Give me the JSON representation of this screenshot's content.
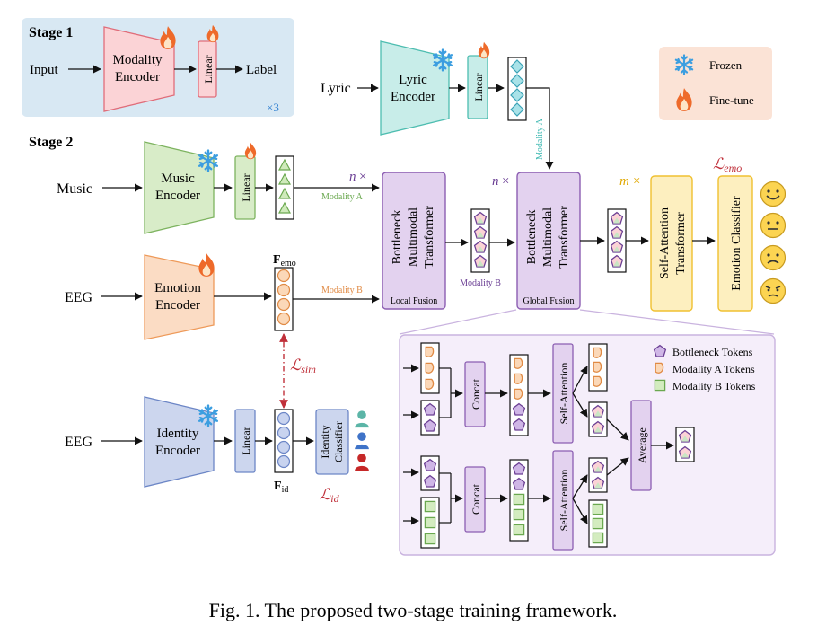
{
  "stage1": {
    "title": "Stage 1",
    "input": "Input",
    "encoder": [
      "Modality",
      "Encoder"
    ],
    "linear": "Linear",
    "label": "Label",
    "repeat": "×3"
  },
  "stage2": {
    "title": "Stage 2"
  },
  "legend": {
    "frozen": "Frozen",
    "finetune": "Fine-tune"
  },
  "inputs": {
    "lyric": "Lyric",
    "music": "Music",
    "eeg1": "EEG",
    "eeg2": "EEG"
  },
  "encoders": {
    "lyric": [
      "Lyric",
      "Encoder"
    ],
    "music": [
      "Music",
      "Encoder"
    ],
    "emotion": [
      "Emotion",
      "Encoder"
    ],
    "identity": [
      "Identity",
      "Encoder"
    ]
  },
  "linear": "Linear",
  "labels": {
    "modality_a": "Modality A",
    "modality_b": "Modality B",
    "f_emo_main": "F",
    "f_emo_sub": "emo",
    "f_id_main": "F",
    "f_id_sub": "id",
    "n_times_1": "n",
    "n_times_2": "n",
    "m_times": "m",
    "times": "×",
    "l_sim_main": "ℒ",
    "l_sim_sub": "sim",
    "l_emo_main": "ℒ",
    "l_emo_sub": "emo",
    "l_id_main": "ℒ",
    "l_id_sub": "id"
  },
  "blocks": {
    "local": [
      "Bottleneck",
      "Multimodal",
      "Transformer"
    ],
    "local_caption": "Local Fusion",
    "global": [
      "Bottleneck",
      "Multimodal",
      "Transformer"
    ],
    "global_caption": "Global Fusion",
    "self_attention": [
      "Self-Attention",
      "Transformer"
    ],
    "emotion_classifier": "Emotion Classifier",
    "identity_classifier": [
      "Identity",
      "Classifier"
    ]
  },
  "detail": {
    "concat": "Concat",
    "self_attention": "Self-Attention",
    "average": "Average",
    "legend": [
      "Bottleneck Tokens",
      "Modality A Tokens",
      "Modality B Tokens"
    ]
  },
  "caption": "Fig. 1.  The proposed two-stage training framework.",
  "colors": {
    "green": "#d8ecc8",
    "green_stroke": "#7db35f",
    "teal": "#c8ede9",
    "teal_stroke": "#4dbdb0",
    "orange": "#fbdcc4",
    "orange_stroke": "#ee9a5a",
    "blue": "#ccd6ee",
    "blue_stroke": "#6c86c6",
    "pink": "#fbd3d6",
    "pink_stroke": "#e06d7a",
    "purple": "#e3d2ef",
    "purple_stroke": "#8c5eb2",
    "yellow": "#fdefbf",
    "yellow_stroke": "#f0c030",
    "stage1_bg": "#d8e8f3",
    "legend_bg": "#fbe3d6",
    "detail_bg": "#f5eefa"
  }
}
